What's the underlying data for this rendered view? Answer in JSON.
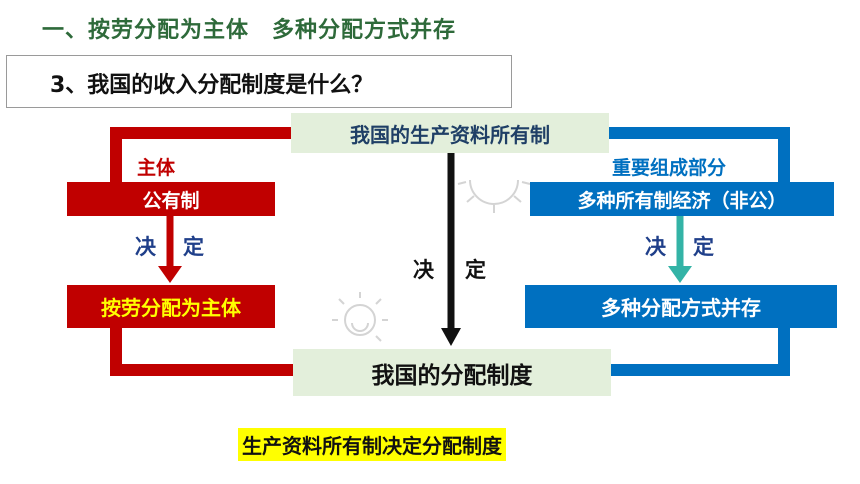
{
  "heading": "一、按劳分配为主体　多种分配方式并存",
  "question": "3、我国的收入分配制度是什么？",
  "ownership_system": "我国的生产资料所有制",
  "distribution_system": "我国的分配制度",
  "left": {
    "role": "主体",
    "ownership": "公有制",
    "decides_1": "决",
    "decides_2": "定",
    "distribution": "按劳分配为主体"
  },
  "center": {
    "decides_1": "决",
    "decides_2": "定"
  },
  "right": {
    "role": "重要组成部分",
    "ownership": "多种所有制经济（非公）",
    "decides_1": "决",
    "decides_2": "定",
    "distribution": "多种分配方式并存"
  },
  "conclusion": "生产资料所有制决定分配制度",
  "colors": {
    "red": "#c00000",
    "blue": "#0070c0",
    "green_box": "#e3efdb",
    "highlight": "#ffff00",
    "teal_arrow": "#33b3a6",
    "title_green": "#2e6a3a"
  }
}
